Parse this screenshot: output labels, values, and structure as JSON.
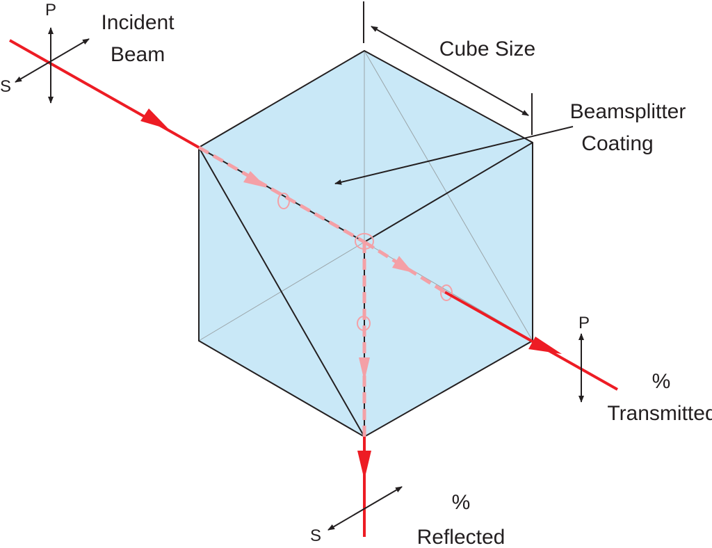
{
  "labels": {
    "incident_beam_line1": "Incident",
    "incident_beam_line2": "Beam",
    "cube_size": "Cube Size",
    "coating_line1": "Beamsplitter",
    "coating_line2": "Coating",
    "transmitted_line1": "%",
    "transmitted_line2": "Transmitted",
    "reflected_line1": "%",
    "reflected_line2": "Reflected",
    "incident_p": "P",
    "incident_s": "S",
    "transmitted_p": "P",
    "reflected_s": "S"
  },
  "colors": {
    "beam": "#ed1c24",
    "beam_inside": "#f4a0a6",
    "cube_fill": "#c9e8f7",
    "edge": "#231f20",
    "hidden_edge": "#9aa4a8",
    "annotation": "#231f20"
  }
}
